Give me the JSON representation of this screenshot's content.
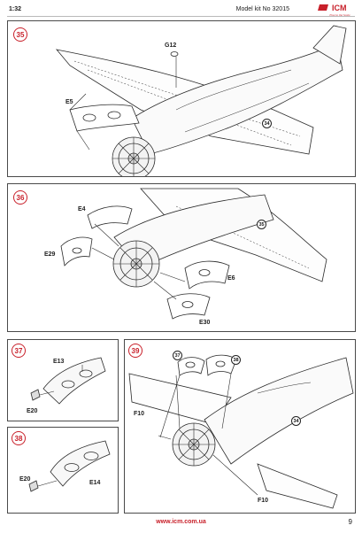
{
  "header": {
    "scale": "1:32",
    "model_kit": "Model kit No 32015",
    "brand": "ICM",
    "brand_tagline": "True to the Scale"
  },
  "steps": [
    {
      "number": "35",
      "parts": [
        "G12",
        "E5"
      ],
      "refs": [
        "34"
      ]
    },
    {
      "number": "36",
      "parts": [
        "E4",
        "E29",
        "E6",
        "E30"
      ],
      "refs": [
        "35"
      ]
    },
    {
      "number": "37",
      "parts": [
        "E13",
        "E20"
      ],
      "refs": []
    },
    {
      "number": "38",
      "parts": [
        "E20",
        "E14"
      ],
      "refs": []
    },
    {
      "number": "39",
      "parts": [
        "F10",
        "F10"
      ],
      "refs": [
        "37",
        "38",
        "34"
      ]
    }
  ],
  "footer": {
    "url": "www.icm.com.ua",
    "page": "9"
  },
  "colors": {
    "accent": "#c8202a",
    "line": "#2a2a2a",
    "panel_border": "#4a4a4a"
  }
}
